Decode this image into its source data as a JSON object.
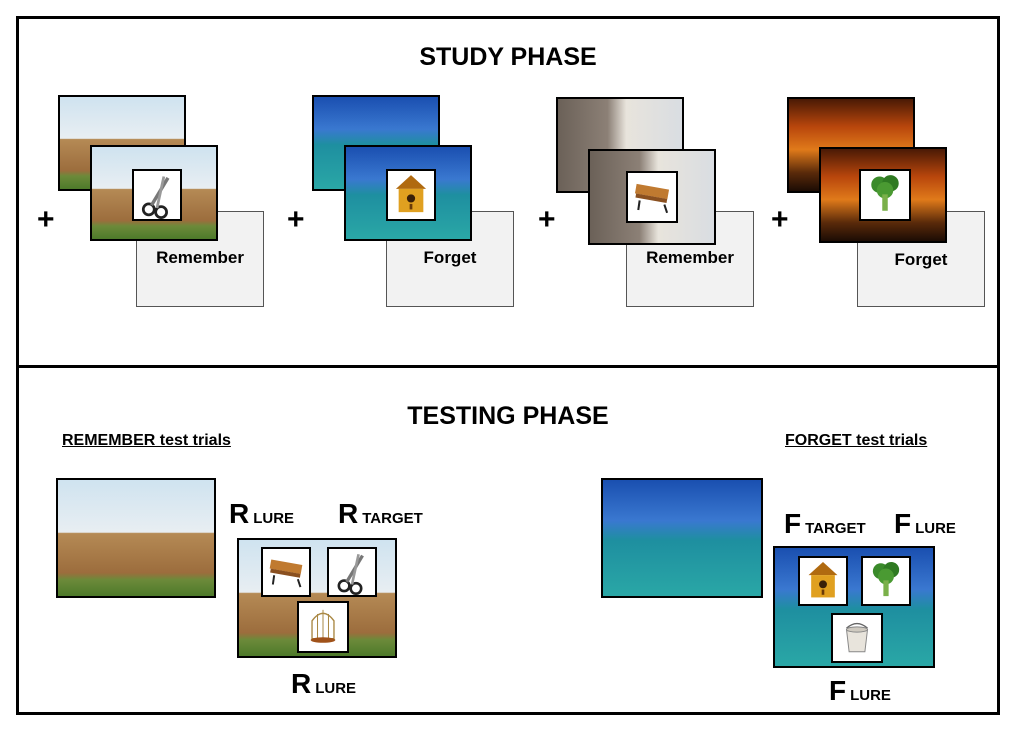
{
  "study": {
    "title": "STUDY PHASE",
    "plus": "+",
    "trials": [
      {
        "scene": "temple-scene",
        "object": "scissors-icon",
        "cue": "Remember"
      },
      {
        "scene": "lake-scene",
        "object": "birdhouse-icon",
        "cue": "Forget"
      },
      {
        "scene": "city-scene",
        "object": "bench-icon",
        "cue": "Remember"
      },
      {
        "scene": "canyon-scene",
        "object": "broccoli-icon",
        "cue": "Forget"
      }
    ]
  },
  "testing": {
    "title": "TESTING PHASE",
    "remember": {
      "heading": "REMEMBER test trials",
      "labels": [
        {
          "letter": "R",
          "tag": "LURE"
        },
        {
          "letter": "R",
          "tag": "TARGET"
        },
        {
          "letter": "R",
          "tag": "LURE"
        }
      ],
      "objects": [
        "bench-icon",
        "scissors-icon",
        "birdcage-icon"
      ]
    },
    "forget": {
      "heading": "FORGET test trials",
      "labels": [
        {
          "letter": "F",
          "tag": "TARGET"
        },
        {
          "letter": "F",
          "tag": "LURE"
        },
        {
          "letter": "F",
          "tag": "LURE"
        }
      ],
      "objects": [
        "birdhouse-icon",
        "broccoli-icon",
        "bucket-icon"
      ]
    }
  }
}
